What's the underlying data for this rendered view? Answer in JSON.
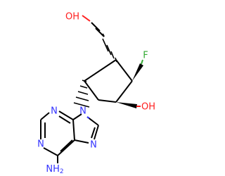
{
  "molecule": {
    "atoms": {
      "hydroxymethyl_oh": "OH",
      "fluorine": "F",
      "ring_oh": "OH",
      "n9": "N",
      "n7": "N",
      "n3": "N",
      "n1": "N",
      "amine_n": "NH",
      "amine_sub": "2"
    }
  },
  "colors": {
    "nitrogen": "#3333ff",
    "oxygen": "#ff2020",
    "fluorine": "#33aa33",
    "carbon": "#000000"
  }
}
